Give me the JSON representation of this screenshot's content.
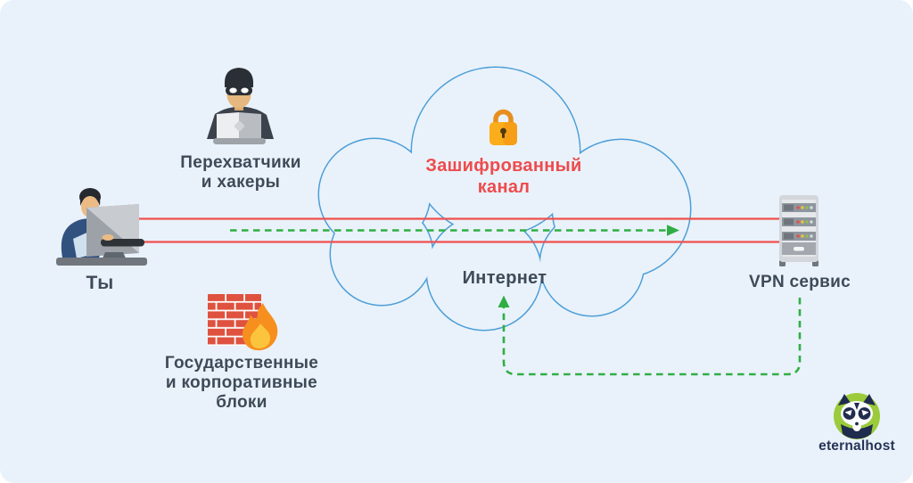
{
  "panel": {
    "bg": "#E9F2FA"
  },
  "nodes": {
    "you": {
      "label": "Ты"
    },
    "hackers": {
      "label_lines": [
        "Перехватчики",
        "и хакеры"
      ]
    },
    "blocks": {
      "label_lines": [
        "Государственные",
        "и корпоративные",
        "блоки"
      ]
    },
    "encrypted": {
      "label_lines": [
        "Зашифрованный",
        "канал"
      ]
    },
    "internet": {
      "label": "Интернет"
    },
    "vpn": {
      "label": "VPN сервис"
    }
  },
  "brand": {
    "name": "eternalhost"
  },
  "icons": [
    "user-at-computer-icon",
    "hacker-icon",
    "firewall-icon",
    "padlock-icon",
    "internet-cloud-icon",
    "vpn-server-icon",
    "eternalhost-logo-icon"
  ],
  "colors": {
    "panel_bg": "#E9F2FA",
    "cloud_stroke": "#4D9ED8",
    "red_line": "#F0504E",
    "red_text": "#EE4B4D",
    "green_arrow": "#2FAE43",
    "label_text": "#3E4A58",
    "brand_green": "#9BCB3B",
    "brand_navy": "#1F2C4D",
    "lock_body": "#FBAD1C",
    "brick_red": "#DF5240"
  }
}
